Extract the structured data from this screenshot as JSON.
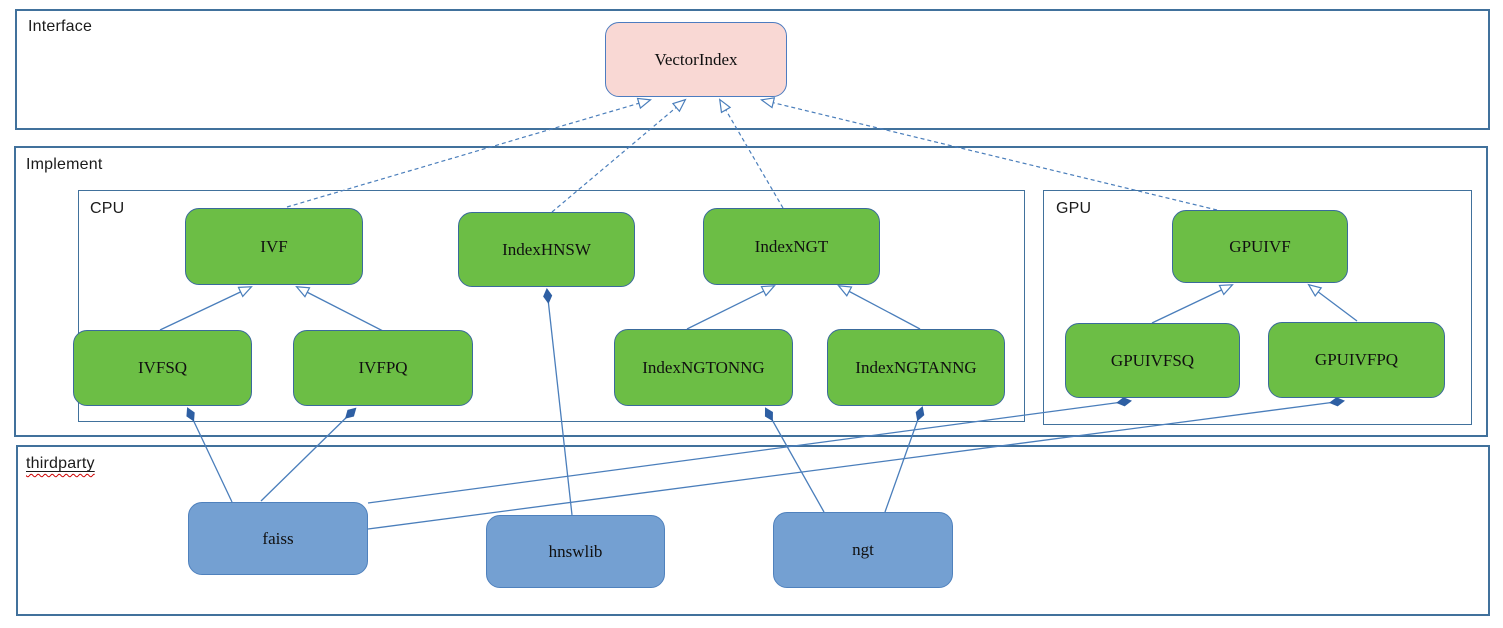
{
  "sections": {
    "interface": "Interface",
    "implement": "Implement",
    "cpu": "CPU",
    "gpu": "GPU",
    "thirdparty": "thirdparty"
  },
  "nodes": {
    "vectorindex": "VectorIndex",
    "ivf": "IVF",
    "indexhnsw": "IndexHNSW",
    "indexngt": "IndexNGT",
    "gpuivf": "GPUIVF",
    "ivfsq": "IVFSQ",
    "ivfpq": "IVFPQ",
    "indexngtonng": "IndexNGTONNG",
    "indexngtanng": "IndexNGTANNG",
    "gpuivfsq": "GPUIVFSQ",
    "gpuivfpq": "GPUIVFPQ",
    "faiss": "faiss",
    "hnswlib": "hnswlib",
    "ngt": "ngt"
  },
  "edges": [
    {
      "from": "IVF",
      "to": "VectorIndex",
      "line": "dashed",
      "marker": "open-arrow"
    },
    {
      "from": "IndexHNSW",
      "to": "VectorIndex",
      "line": "dashed",
      "marker": "open-arrow"
    },
    {
      "from": "IndexNGT",
      "to": "VectorIndex",
      "line": "dashed",
      "marker": "open-arrow"
    },
    {
      "from": "GPUIVF",
      "to": "VectorIndex",
      "line": "dashed",
      "marker": "open-arrow"
    },
    {
      "from": "IVFSQ",
      "to": "IVF",
      "line": "solid",
      "marker": "open-arrow"
    },
    {
      "from": "IVFPQ",
      "to": "IVF",
      "line": "solid",
      "marker": "open-arrow"
    },
    {
      "from": "IndexNGTONNG",
      "to": "IndexNGT",
      "line": "solid",
      "marker": "open-arrow"
    },
    {
      "from": "IndexNGTANNG",
      "to": "IndexNGT",
      "line": "solid",
      "marker": "open-arrow"
    },
    {
      "from": "GPUIVFSQ",
      "to": "GPUIVF",
      "line": "solid",
      "marker": "open-arrow"
    },
    {
      "from": "GPUIVFPQ",
      "to": "GPUIVF",
      "line": "solid",
      "marker": "open-arrow"
    },
    {
      "from": "faiss",
      "to": "IVFSQ",
      "line": "solid",
      "marker": "filled-diamond"
    },
    {
      "from": "faiss",
      "to": "IVFPQ",
      "line": "solid",
      "marker": "filled-diamond"
    },
    {
      "from": "faiss",
      "to": "GPUIVFSQ",
      "line": "solid",
      "marker": "filled-diamond"
    },
    {
      "from": "faiss",
      "to": "GPUIVFPQ",
      "line": "solid",
      "marker": "filled-diamond"
    },
    {
      "from": "hnswlib",
      "to": "IndexHNSW",
      "line": "solid",
      "marker": "filled-diamond"
    },
    {
      "from": "ngt",
      "to": "IndexNGTONNG",
      "line": "solid",
      "marker": "filled-diamond"
    },
    {
      "from": "ngt",
      "to": "IndexNGTANNG",
      "line": "solid",
      "marker": "filled-diamond"
    }
  ],
  "colors": {
    "interface_node_fill": "#F9D8D4",
    "interface_node_border": "#4D7CC0",
    "class_node_fill": "#6CBE45",
    "class_node_border": "#3A6A9B",
    "lib_node_fill": "#74A0D2",
    "lib_node_border": "#4F81BD",
    "frame_border": "#41719C",
    "edge_color": "#4A7EBB",
    "diamond_color": "#2E5FA3",
    "spellcheck_underline": "#CC0000"
  }
}
